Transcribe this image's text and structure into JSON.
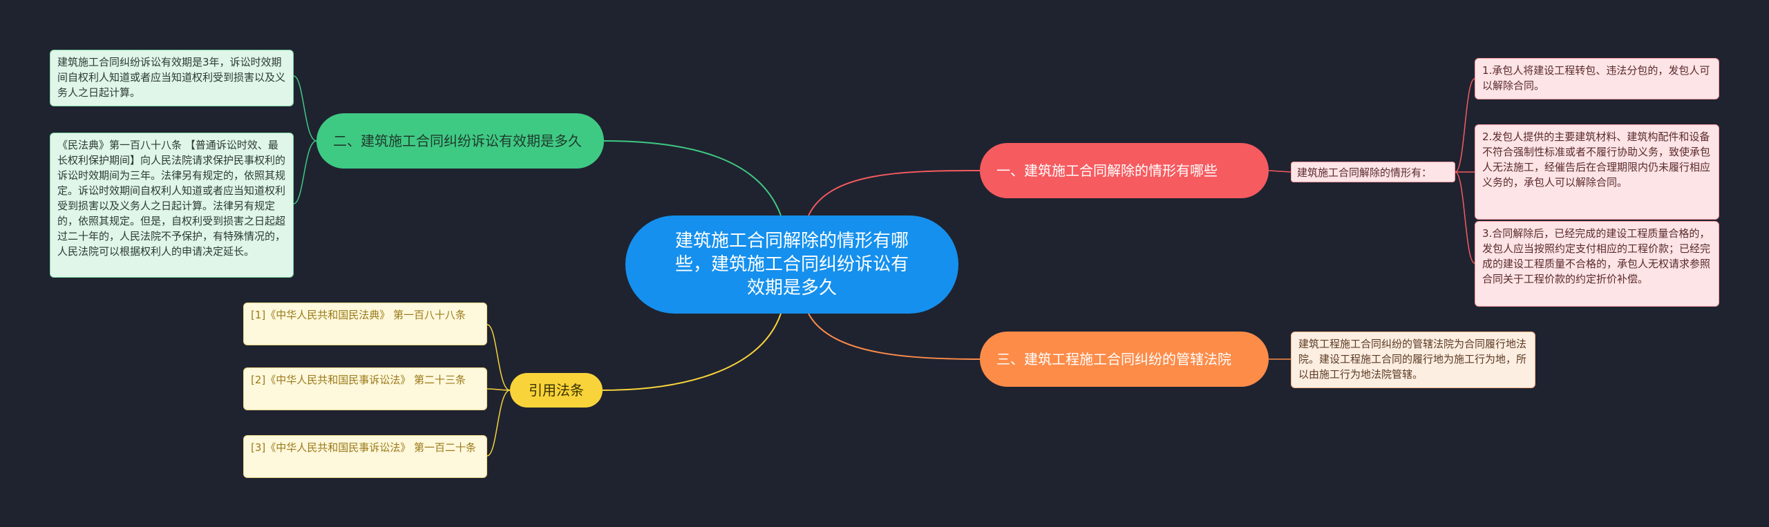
{
  "root": {
    "title": "建筑施工合同解除的情形有哪些，建筑施工合同纠纷诉讼有效期是多久"
  },
  "branches": {
    "red": {
      "label": "一、建筑施工合同解除的情形有哪些",
      "color": "#f65b5f"
    },
    "green": {
      "label": "二、建筑施工合同纠纷诉讼有效期是多久",
      "color": "#3fca84"
    },
    "orange": {
      "label": "三、建筑工程施工合同纠纷的管辖法院",
      "color": "#fd8c49"
    },
    "yellow": {
      "label": "引用法条",
      "color": "#f8d43a"
    }
  },
  "red_sub": {
    "label": "建筑施工合同解除的情形有："
  },
  "red_leaves": [
    "1.承包人将建设工程转包、违法分包的，发包人可以解除合同。",
    "2.发包人提供的主要建筑材料、建筑构配件和设备不符合强制性标准或者不履行协助义务，致使承包人无法施工，经催告后在合理期限内仍未履行相应义务的，承包人可以解除合同。",
    "3.合同解除后，已经完成的建设工程质量合格的，发包人应当按照约定支付相应的工程价款；已经完成的建设工程质量不合格的，承包人无权请求参照合同关于工程价款的约定折价补偿。"
  ],
  "green_leaves": [
    "建筑施工合同纠纷诉讼有效期是3年，诉讼时效期间自权利人知道或者应当知道权利受到损害以及义务人之日起计算。",
    "《民法典》第一百八十八条 【普通诉讼时效、最长权利保护期间】向人民法院请求保护民事权利的诉讼时效期间为三年。法律另有规定的，依照其规定。诉讼时效期间自权利人知道或者应当知道权利受到损害以及义务人之日起计算。法律另有规定的，依照其规定。但是，自权利受到损害之日起超过二十年的，人民法院不予保护，有特殊情况的，人民法院可以根据权利人的申请决定延长。"
  ],
  "orange_leaves": [
    "建筑工程施工合同纠纷的管辖法院为合同履行地法院。建设工程施工合同的履行地为施工行为地，所以由施工行为地法院管辖。"
  ],
  "yellow_leaves": [
    "[1]《中华人民共和国民法典》 第一百八十八条",
    "[2]《中华人民共和国民事诉讼法》 第二十三条",
    "[3]《中华人民共和国民事诉讼法》 第一百二十条"
  ]
}
